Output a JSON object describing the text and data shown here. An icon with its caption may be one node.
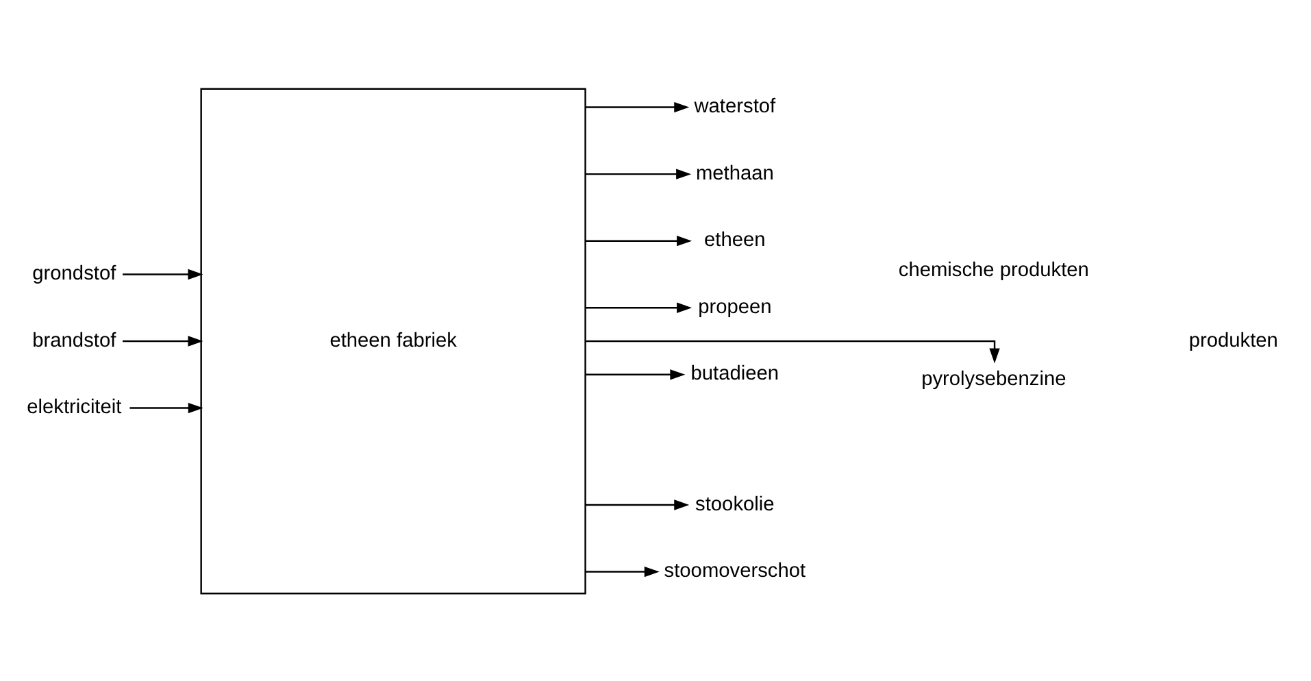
{
  "diagram": {
    "nodes": [
      {
        "text": [
          "etheen fabriek"
        ]
      },
      {
        "text": [
          "grondstof"
        ]
      },
      {
        "text": [
          "brandstof"
        ]
      },
      {
        "text": [
          "elektriciteit"
        ]
      },
      {
        "text": [
          "waterstof"
        ]
      },
      {
        "text": [
          "methaan"
        ]
      },
      {
        "text": [
          "etheen"
        ]
      },
      {
        "text": [
          "propeen"
        ]
      },
      {
        "text": [
          "butadieen"
        ]
      },
      {
        "text": [
          "pyrolysebenzine"
        ]
      },
      {
        "text": [
          "stookolie"
        ]
      },
      {
        "text": [
          "stoomoverschot"
        ]
      }
    ],
    "edges": [
      {
        "from": 1,
        "to": 0,
        "arrow": "to"
      },
      {
        "from": 2,
        "to": 0,
        "arrow": "to"
      },
      {
        "from": 3,
        "to": 0,
        "arrow": "to"
      },
      {
        "from": 0,
        "to": 4,
        "arrow": "to"
      },
      {
        "from": 0,
        "to": 5,
        "arrow": "to"
      },
      {
        "from": 0,
        "to": 6,
        "arrow": "to"
      },
      {
        "from": 0,
        "to": 7,
        "arrow": "to"
      },
      {
        "from": 0,
        "to": 8,
        "arrow": "to"
      },
      {
        "from": 0,
        "to": 9,
        "arrow": "to"
      },
      {
        "from": 0,
        "to": 10,
        "arrow": "to"
      },
      {
        "from": 0,
        "to": 11,
        "arrow": "to"
      }
    ],
    "labels": [
      "chemische produkten",
      "produkten"
    ]
  }
}
